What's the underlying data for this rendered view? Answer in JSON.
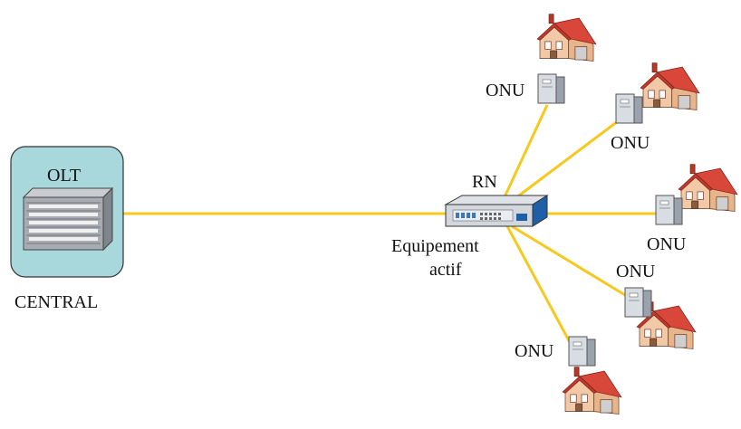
{
  "central": {
    "label": "CENTRAL",
    "olt_label": "OLT"
  },
  "rn": {
    "label": "RN",
    "caption_line1": "Equipement",
    "caption_line2": "actif"
  },
  "onus": [
    {
      "label": "ONU"
    },
    {
      "label": "ONU"
    },
    {
      "label": "ONU"
    },
    {
      "label": "ONU"
    },
    {
      "label": "ONU"
    }
  ],
  "colors": {
    "fiber": "#f7c81e",
    "central_box": "#a9d8dc",
    "roof": "#c0392b",
    "wall": "#f2c9a6"
  }
}
